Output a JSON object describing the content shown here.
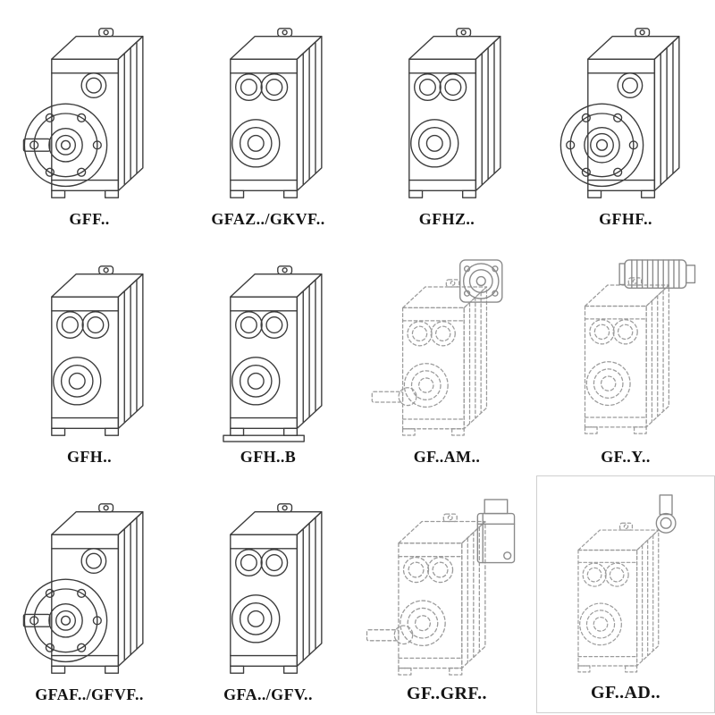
{
  "page": {
    "background": "#ffffff",
    "solid_line_color": "#3c3c3c",
    "ghost_line_color": "#9b9b9b",
    "label_color": "#141414"
  },
  "catalog": {
    "items": [
      {
        "label": "GFF..",
        "drawing": "flange-shaft-gearbox",
        "line_style": "solid"
      },
      {
        "label": "GFAZ../GKVF..",
        "drawing": "hollow-shaft-gearbox",
        "line_style": "solid"
      },
      {
        "label": "GFHZ..",
        "drawing": "hollow-shaft-gearbox",
        "line_style": "solid"
      },
      {
        "label": "GFHF..",
        "drawing": "hollow-flange-gearbox",
        "line_style": "solid"
      },
      {
        "label": "GFH..",
        "drawing": "hollow-shaft-gearbox",
        "line_style": "solid"
      },
      {
        "label": "GFH..B",
        "drawing": "hollow-shaft-gearbox-base",
        "line_style": "solid"
      },
      {
        "label": "GF..AM..",
        "drawing": "gearbox-with-input-flange",
        "line_style": "dashed"
      },
      {
        "label": "GF..Y..",
        "drawing": "gearbox-with-motor",
        "line_style": "dashed"
      },
      {
        "label": "GFAF../GFVF..",
        "drawing": "flange-shaft-gearbox",
        "line_style": "solid"
      },
      {
        "label": "GFA../GFV..",
        "drawing": "hollow-shaft-gearbox",
        "line_style": "solid"
      },
      {
        "label": "GF..GRF..",
        "drawing": "gearbox-with-adapter",
        "line_style": "dashed"
      },
      {
        "label": "GF..AD..",
        "drawing": "gearbox-with-top-input",
        "line_style": "dashed"
      }
    ]
  }
}
